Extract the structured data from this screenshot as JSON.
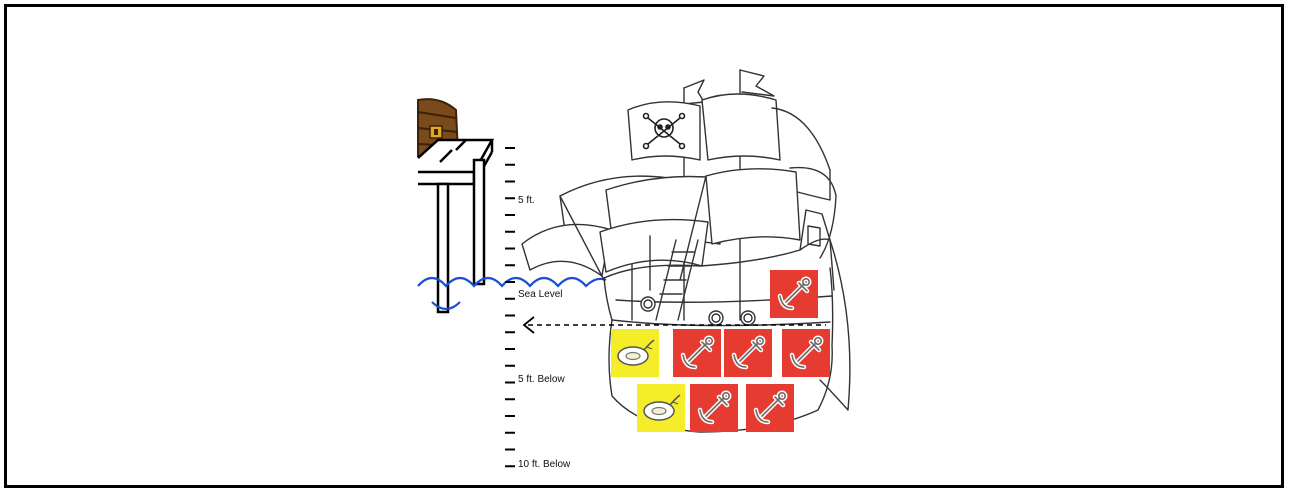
{
  "scene": {
    "depth_scale": {
      "labels": {
        "five_ft": "5 ft.",
        "sea_level": "Sea Level",
        "five_below": "5 ft. Below",
        "ten_below": "10 ft. Below"
      },
      "tick_spacing_ft": 1
    },
    "colors": {
      "frame": "#000000",
      "water": "#1a4fd6",
      "anchor_tile": "#e53b30",
      "float_tile": "#f5ec2a",
      "drawing_ink": "#333333"
    },
    "tiles": {
      "row_above_water": [
        {
          "type": "anchor"
        }
      ],
      "row_level_1": [
        {
          "type": "float"
        },
        {
          "type": "anchor"
        },
        {
          "type": "anchor"
        },
        {
          "type": "anchor"
        }
      ],
      "row_level_2": [
        {
          "type": "float"
        },
        {
          "type": "anchor"
        },
        {
          "type": "anchor"
        }
      ]
    },
    "icons": {
      "anchor": "anchor-icon",
      "float": "life-ring-icon",
      "treasure": "treasure-chest-icon",
      "skull": "skull-crossbones-icon",
      "arrow": "arrow-left-icon"
    }
  }
}
